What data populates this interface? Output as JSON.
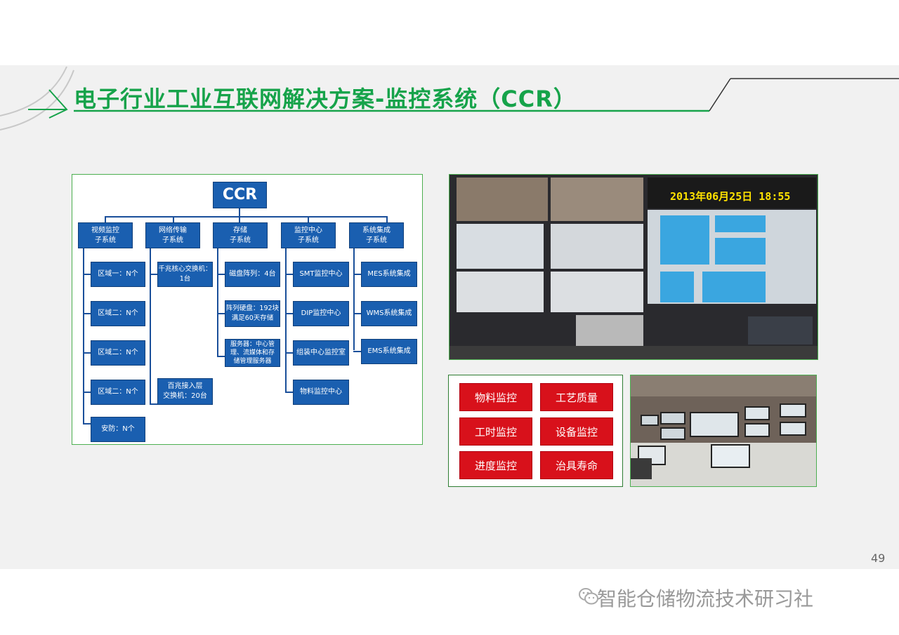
{
  "title": "电子行业工业互联网解决方案-监控系统（CCR）",
  "org": {
    "root": "CCR",
    "subsystems": [
      "视频监控\n子系统",
      "网络传输\n子系统",
      "存储\n子系统",
      "监控中心\n子系统",
      "系统集成\n子系统"
    ],
    "video": [
      "区域一：N个",
      "区域二：N个",
      "区域二：N个",
      "区域二：N个",
      "安防：N个"
    ],
    "network": [
      "千兆核心交换机：\n1台",
      "百兆接入层\n交换机：20台"
    ],
    "storage": [
      "磁盘阵列：4台",
      "阵列硬盘：192块\n满足60天存储",
      "服务器：中心管\n理、流媒体和存\n储管理服务器"
    ],
    "center": [
      "SMT监控中心",
      "DIP监控中心",
      "组装中心监控室",
      "物料监控中心"
    ],
    "integration": [
      "MES系统集成",
      "WMS系统集成",
      "EMS系统集成"
    ]
  },
  "video_wall": {
    "datetime": "2013年06月25日 18:55"
  },
  "monitor_items": [
    "物料监控",
    "工艺质量",
    "工时监控",
    "设备监控",
    "进度监控",
    "治具寿命"
  ],
  "page_number": "49",
  "watermark": "智能仓储物流技术研习社",
  "colors": {
    "accent": "#16a34a",
    "box": "#1a5fb0",
    "red": "#d8111b"
  }
}
